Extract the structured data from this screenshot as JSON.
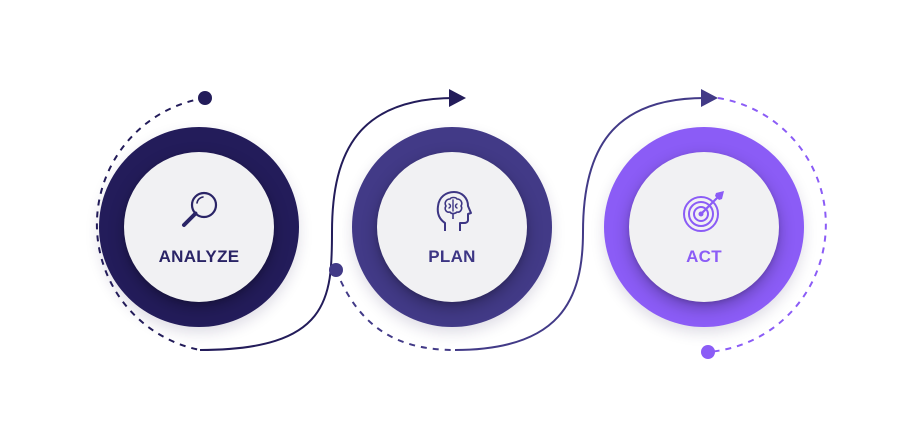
{
  "steps": [
    {
      "label": "ANALYZE",
      "icon": "magnifier-icon",
      "color": "#231c5a"
    },
    {
      "label": "PLAN",
      "icon": "brain-head-icon",
      "color": "#423a87"
    },
    {
      "label": "ACT",
      "icon": "target-arrow-icon",
      "color": "#8b5cf6"
    }
  ],
  "colors": {
    "dark": "#231c5a",
    "mid": "#423a87",
    "accent": "#8b5cf6",
    "inner_fill": "#f1f1f3"
  }
}
